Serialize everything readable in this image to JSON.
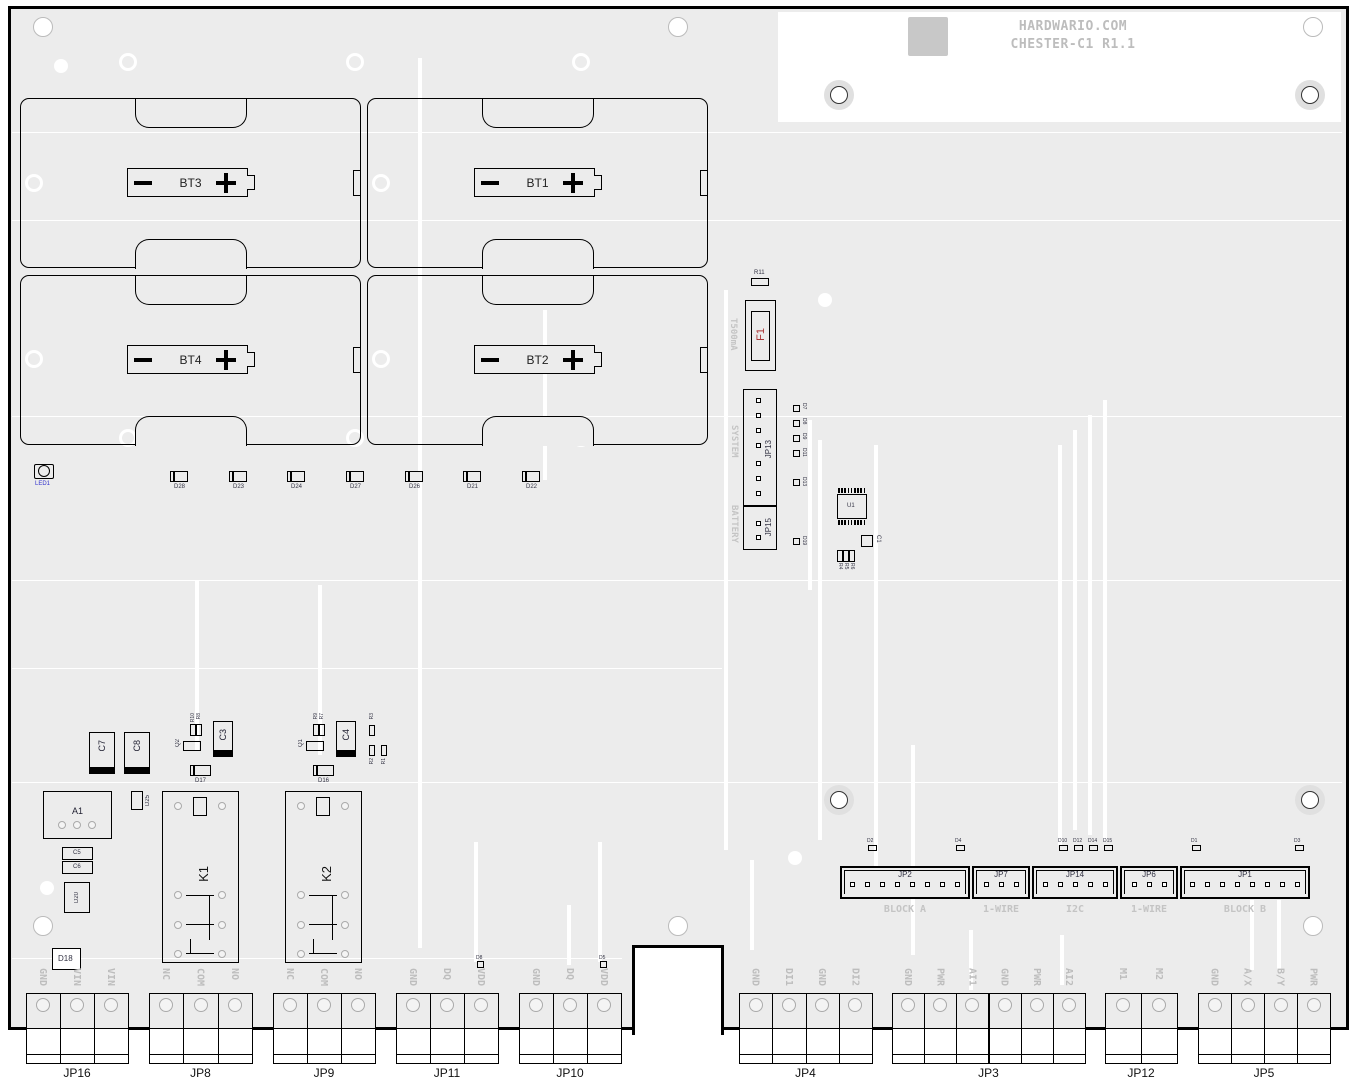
{
  "board": {
    "brand": "HARDWARIO.COM",
    "model": "CHESTER-C1 R1.1"
  },
  "batteries": [
    "BT3",
    "BT1",
    "BT4",
    "BT2"
  ],
  "led": "LED1",
  "diode_row": [
    "D28",
    "D23",
    "D24",
    "D27",
    "D26",
    "D21",
    "D22"
  ],
  "power": {
    "resistor": "R11",
    "fuse": "F1",
    "fuse_rating": "T500mA",
    "header_system": "JP13",
    "header_battery": "JP15",
    "silk_system": "SYSTEM",
    "silk_battery": "BATTERY",
    "diodes": [
      "D7",
      "D8",
      "D9",
      "D11",
      "D13",
      "D19"
    ],
    "ic": "U1",
    "cap": "C1",
    "resistors": [
      "R4",
      "R5",
      "R6"
    ]
  },
  "relay_section": {
    "caps": [
      "C7",
      "C8",
      "C3",
      "C4",
      "C5",
      "C6"
    ],
    "transistors": [
      "Q2",
      "Q1"
    ],
    "resistors": [
      "R10",
      "R8",
      "R9",
      "R7",
      "R3",
      "R2",
      "R1"
    ],
    "diodes": [
      "D17",
      "D16",
      "D25",
      "D20",
      "D18"
    ],
    "module": "A1",
    "relays": [
      "K1",
      "K2"
    ]
  },
  "right_headers": [
    {
      "ref": "JP2",
      "pins": 8,
      "silk": "BLOCK A"
    },
    {
      "ref": "JP7",
      "pins": 3,
      "silk": "1-WIRE"
    },
    {
      "ref": "JP14",
      "pins": 5,
      "silk": "I2C"
    },
    {
      "ref": "JP6",
      "pins": 3,
      "silk": "1-WIRE"
    },
    {
      "ref": "JP1",
      "pins": 8,
      "silk": "BLOCK B"
    }
  ],
  "right_header_diodes": [
    "D2",
    "D4",
    "D10",
    "D12",
    "D14",
    "D15",
    "D1",
    "D3"
  ],
  "terminal_diodes": [
    "D8",
    "D5"
  ],
  "terminals": [
    {
      "ref": "JP16",
      "pins": [
        "GND",
        "VIN",
        "VIN"
      ]
    },
    {
      "ref": "JP8",
      "pins": [
        "NC",
        "COM",
        "NO"
      ]
    },
    {
      "ref": "JP9",
      "pins": [
        "NC",
        "COM",
        "NO"
      ]
    },
    {
      "ref": "JP11",
      "pins": [
        "GND",
        "DQ",
        "VDD"
      ]
    },
    {
      "ref": "JP10",
      "pins": [
        "GND",
        "DQ",
        "VDD"
      ]
    },
    {
      "ref": "JP4",
      "pins": [
        "GND",
        "DI1",
        "GND",
        "DI2"
      ]
    },
    {
      "ref": "JP3",
      "pins": [
        "GND",
        "PWR",
        "AI1",
        "GND",
        "PWR",
        "AI2"
      ]
    },
    {
      "ref": "JP12",
      "pins": [
        "M1",
        "M2"
      ]
    },
    {
      "ref": "JP5",
      "pins": [
        "GND",
        "A/X",
        "B/Y",
        "PWR"
      ]
    }
  ]
}
